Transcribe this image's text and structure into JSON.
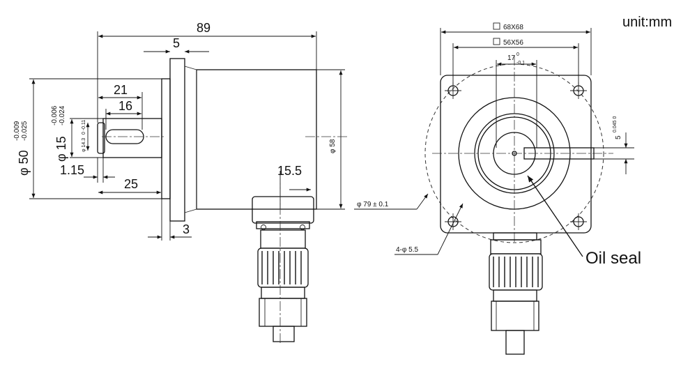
{
  "unit_label": "unit:mm",
  "side_view": {
    "overall_length": "89",
    "flange_offset": "5",
    "shaft_length": "21",
    "flat_length": "16",
    "shaft_dia": "φ 15",
    "shaft_dia_tol_upper": "-0.006",
    "shaft_dia_tol_lower": "-0.024",
    "flat_dia": "φ 14.3",
    "flat_dia_tol": "0 -0.11",
    "pilot_dia": "φ 50",
    "pilot_dia_tol_upper": "-0.009",
    "pilot_dia_tol_lower": "-0.025",
    "groove": "1.15",
    "spigot_length": "25",
    "flange_thickness": "3",
    "connector_offset": "15.5",
    "body_dia": "φ 58"
  },
  "front_view": {
    "outer_square": "68X68",
    "hole_square": "56X56",
    "slot_width": "17",
    "slot_width_tol_upper": "0",
    "slot_width_tol_lower": "-0.1",
    "bolt_circle": "φ 79 ± 0.1",
    "holes": "4-φ 5.5",
    "key_width": "5",
    "key_width_tol": "0.045 0",
    "callout": "Oil seal"
  }
}
